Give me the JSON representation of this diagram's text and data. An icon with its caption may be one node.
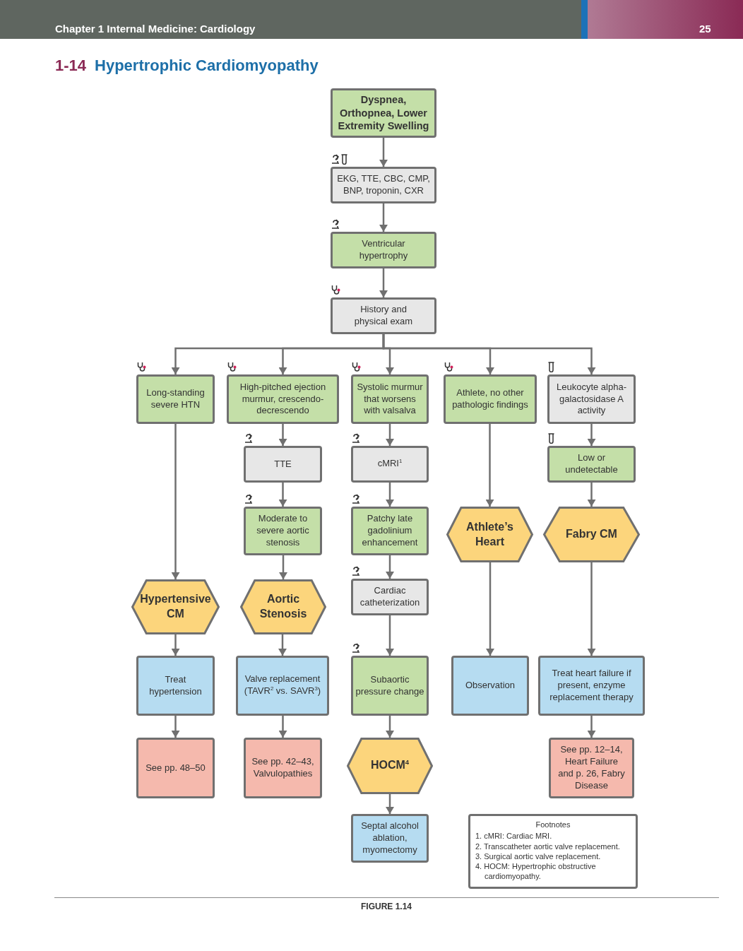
{
  "diagram": {
    "title": "Hypertrophic Cardiomyopathy",
    "caption": "FIGURE 1.14",
    "nodes": [
      {
        "text": [
          "Dyspnea, Orthopnea, Lower Extremity Swelling"
        ]
      },
      {
        "text": [
          "EKG, TTE, CBC, CMP, BNP, troponin, CXR"
        ]
      },
      {
        "text": [
          "Ventricular hypertrophy"
        ]
      },
      {
        "text": [
          "History and physical exam"
        ]
      },
      {
        "text": [
          "Long-standing severe HTN"
        ]
      },
      {
        "text": [
          "High-pitched ejection murmur, crescendo-decrescendo"
        ]
      },
      {
        "text": [
          "Systolic murmur that worsens with valsalva"
        ]
      },
      {
        "text": [
          "Athlete, no other pathologic findings"
        ]
      },
      {
        "text": [
          "Leukocyte alpha-galactosidase A activity"
        ]
      },
      {
        "text": [
          "TTE"
        ]
      },
      {
        "text": [
          "cMRI$^{1}$"
        ]
      },
      {
        "text": [
          "Low or undetectable"
        ]
      },
      {
        "text": [
          "Moderate to severe aortic stenosis"
        ]
      },
      {
        "text": [
          "Patchy late gadolinium enhancement"
        ]
      },
      {
        "text": [
          "Athlete’s Heart"
        ]
      },
      {
        "text": [
          "Fabry CM"
        ]
      },
      {
        "text": [
          "Cardiac catheterization"
        ]
      },
      {
        "text": [
          "Hypertensive CM"
        ]
      },
      {
        "text": [
          "Aortic Stenosis"
        ]
      },
      {
        "text": [
          "Treat hypertension"
        ]
      },
      {
        "text": [
          "Valve replacement (TAVR$^{2}$ vs. SAVR$^{3}$)"
        ]
      },
      {
        "text": [
          "Subaortic pressure change"
        ]
      },
      {
        "text": [
          "Observation"
        ]
      },
      {
        "text": [
          "Treat heart failure if present, enzyme replacement therapy"
        ]
      },
      {
        "text": [
          "See pp. 48–50"
        ]
      },
      {
        "text": [
          "See pp. 42–43, Valvulopathies"
        ]
      },
      {
        "text": [
          "HOCM$^{4}$"
        ]
      },
      {
        "text": [
          "See pp. 12–14, Heart Failure and p. 26, Fabry Disease"
        ]
      },
      {
        "text": [
          "Septal alcohol ablation, myomectomy"
        ]
      },
      {
        "text": [
          "Footnotes",
          "1. cMRI: Cardiac MRI.",
          "2. Transcatheter aortic valve replacement.",
          "3. Surgical aortic valve replacement.",
          "4. HOCM: Hypertrophic obstructive cardiomyopathy."
        ]
      }
    ],
    "edges": [
      {
        "from": 0,
        "to": 1,
        "arrow": "to"
      },
      {
        "from": 1,
        "to": 2,
        "arrow": "to"
      },
      {
        "from": 2,
        "to": 3,
        "arrow": "to"
      },
      {
        "from": 3,
        "to": 4,
        "arrow": "to"
      },
      {
        "from": 3,
        "to": 5,
        "arrow": "to"
      },
      {
        "from": 3,
        "to": 6,
        "arrow": "to"
      },
      {
        "from": 3,
        "to": 7,
        "arrow": "to"
      },
      {
        "from": 3,
        "to": 8,
        "arrow": "to"
      },
      {
        "from": 4,
        "to": 17,
        "arrow": "to"
      },
      {
        "from": 17,
        "to": 19,
        "arrow": "to"
      },
      {
        "from": 19,
        "to": 24,
        "arrow": "to"
      },
      {
        "from": 5,
        "to": 9,
        "arrow": "to"
      },
      {
        "from": 9,
        "to": 12,
        "arrow": "to"
      },
      {
        "from": 12,
        "to": 18,
        "arrow": "to"
      },
      {
        "from": 18,
        "to": 20,
        "arrow": "to"
      },
      {
        "from": 20,
        "to": 25,
        "arrow": "to"
      },
      {
        "from": 6,
        "to": 10,
        "arrow": "to"
      },
      {
        "from": 10,
        "to": 13,
        "arrow": "to"
      },
      {
        "from": 13,
        "to": 16,
        "arrow": "to"
      },
      {
        "from": 16,
        "to": 21,
        "arrow": "to"
      },
      {
        "from": 21,
        "to": 26,
        "arrow": "to"
      },
      {
        "from": 26,
        "to": 28,
        "arrow": "to"
      },
      {
        "from": 7,
        "to": 14,
        "arrow": "to"
      },
      {
        "from": 14,
        "to": 22,
        "arrow": "to"
      },
      {
        "from": 8,
        "to": 11,
        "arrow": "to"
      },
      {
        "from": 11,
        "to": 15,
        "arrow": "to"
      },
      {
        "from": 15,
        "to": 23,
        "arrow": "to"
      },
      {
        "from": 23,
        "to": 27,
        "arrow": "to"
      }
    ],
    "labels": [
      "Chapter 1  Internal Medicine: Cardiology",
      "25",
      "1-14"
    ]
  }
}
